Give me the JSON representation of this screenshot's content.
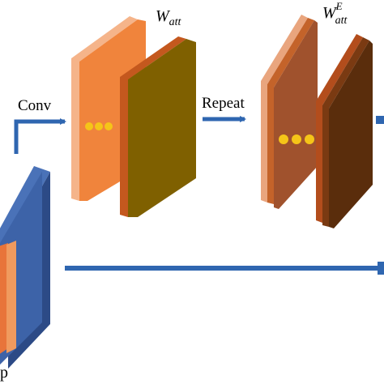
{
  "labels": {
    "conv": "Conv",
    "repeat": "Repeat",
    "w_att_main": "W",
    "w_att_sub": "att",
    "w_att_e_main": "W",
    "w_att_e_sub": "att",
    "w_att_e_sup": "E",
    "partial_bottom_left": "p"
  },
  "colors": {
    "arrow_blue": "#2f66b0",
    "input_blue": "#2c4a86",
    "input_orange": "#e8743a",
    "watt_light": "#f5b48a",
    "watt_orange": "#f0843c",
    "watt_dark_orange": "#c4581e",
    "watt_olive": "#7f6000",
    "wattE_light": "#e9a57e",
    "wattE_brown": "#a0522d",
    "wattE_dark": "#5a2d0c",
    "dots": "#f5c518"
  }
}
